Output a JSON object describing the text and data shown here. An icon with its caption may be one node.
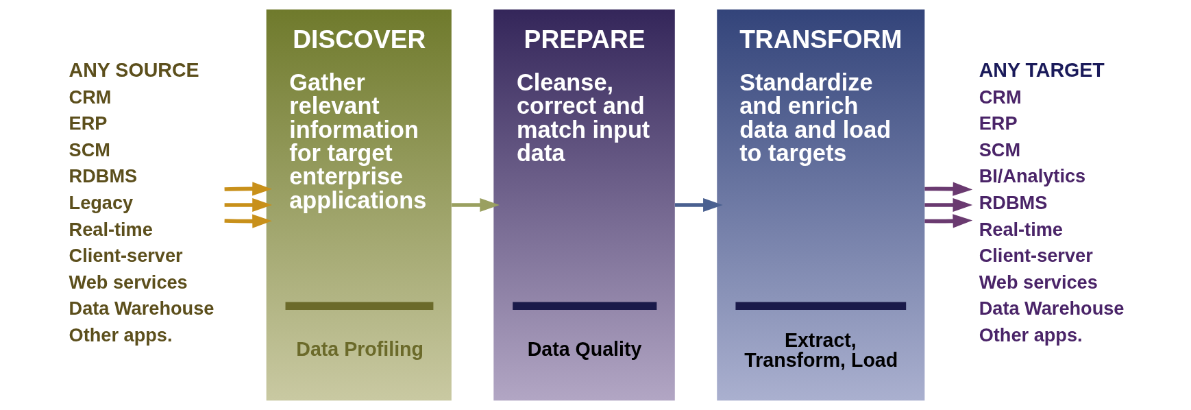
{
  "diagram": {
    "nodes": [
      {
        "text": [
          "ANY SOURCE",
          "CRM",
          "ERP",
          "SCM",
          "RDBMS",
          "Legacy",
          "Real-time",
          "Client-server",
          "Web services",
          "Data Warehouse",
          "Other apps."
        ]
      },
      {
        "text": [
          "DISCOVER",
          "Gather relevant information for target enterprise applications",
          "Data Profiling"
        ]
      },
      {
        "text": [
          "PREPARE",
          "Cleanse, correct and match input data",
          "Data Quality"
        ]
      },
      {
        "text": [
          "TRANSFORM",
          "Standardize and enrich data and load to targets",
          "Extract, Transform, Load"
        ]
      },
      {
        "text": [
          "ANY TARGET",
          "CRM",
          "ERP",
          "SCM",
          "BI/Analytics",
          "RDBMS",
          "Real-time",
          "Client-server",
          "Web services",
          "Data Warehouse",
          "Other apps."
        ]
      }
    ],
    "edges": [
      {
        "from": 0,
        "to": 1,
        "arrow": "to",
        "color": "#c8901a"
      },
      {
        "from": 0,
        "to": 1,
        "arrow": "to",
        "color": "#c8901a"
      },
      {
        "from": 0,
        "to": 1,
        "arrow": "to",
        "color": "#c8901a"
      },
      {
        "from": 1,
        "to": 2,
        "arrow": "to",
        "color": "#9aa060"
      },
      {
        "from": 2,
        "to": 3,
        "arrow": "to",
        "color": "#4a6090"
      },
      {
        "from": 3,
        "to": 4,
        "arrow": "to",
        "color": "#6a3a70"
      },
      {
        "from": 3,
        "to": 4,
        "arrow": "to",
        "color": "#6a3a70"
      },
      {
        "from": 3,
        "to": 4,
        "arrow": "to",
        "color": "#6a3a70"
      }
    ]
  }
}
